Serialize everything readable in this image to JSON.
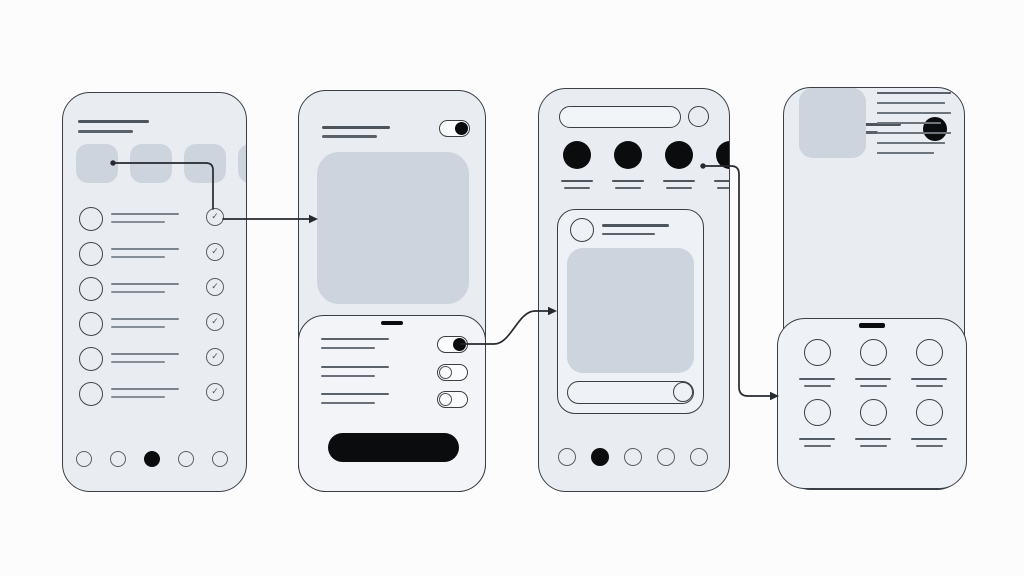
{
  "page": {
    "background": "#fcfcfd",
    "description": "Mobile app wireframe flow diagram with four phone screens connected by arrows"
  },
  "colors": {
    "phone_fill": "#e9edf1",
    "stroke": "#3a3f45",
    "placeholder_fill": "#cdd4dd",
    "sheet_fill": "#f2f4f8",
    "card_fill": "#eef1f5",
    "accent_black": "#0b0c0e",
    "line_dark": "#4d545b",
    "line_light": "#7e858d",
    "arrow": "#26292e"
  },
  "icons": {
    "check": "✓"
  },
  "screens": [
    {
      "name": "categories-list",
      "title_lines": 2,
      "chips_count": 4,
      "list": {
        "rows": 6,
        "row_parts": [
          "avatar-circle",
          "two-text-lines",
          "check-circle"
        ]
      },
      "pagination": {
        "dots": 5,
        "active_index": 2
      }
    },
    {
      "name": "item-detail",
      "header_toggle": "on",
      "hero": "image-placeholder",
      "sheet": {
        "has_handle": true,
        "rows": [
          {
            "toggle": "on"
          },
          {
            "toggle": "off"
          },
          {
            "toggle": "off"
          }
        ],
        "cta": "primary-black-button"
      }
    },
    {
      "name": "social-feed",
      "has_search_bar": true,
      "stories_count": 4,
      "card": {
        "has_avatar": true,
        "image": "placeholder",
        "has_comment_bar": true
      },
      "pagination": {
        "dots": 5,
        "active_index": 1
      }
    },
    {
      "name": "article-list",
      "avatar": "filled-black-circle",
      "articles_count": 3,
      "sheet_grid": {
        "rows": 2,
        "cols": 3,
        "cells": 6
      }
    }
  ],
  "flows": [
    {
      "from": "categories-list.chip-1",
      "to": "categories-list.row-1-check"
    },
    {
      "from": "categories-list.row-1-check",
      "to": "item-detail.hero-image"
    },
    {
      "from": "item-detail.sheet-toggle-1",
      "to": "social-feed.post-card"
    },
    {
      "from": "social-feed.story-4",
      "to": "article-list.bottom-sheet"
    }
  ]
}
